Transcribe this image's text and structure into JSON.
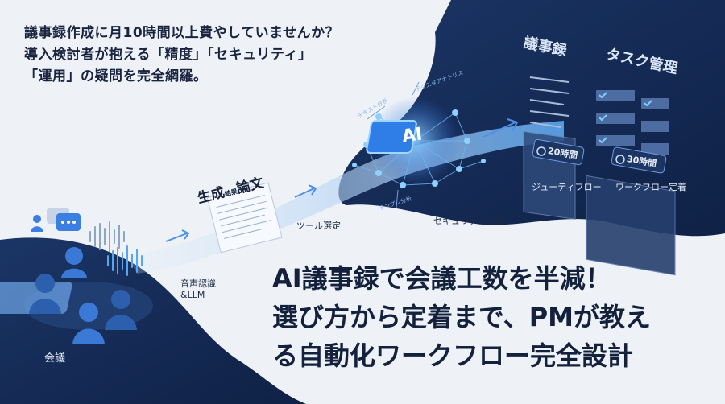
{
  "intro": {
    "line1": "議事録作成に月10時間以上費やしていませんか？",
    "line2": "導入検討者が抱える「精度」「セキュリティ」",
    "line3": "「運用」の疑問を完全網羅。"
  },
  "headline": {
    "line1": "AI議事録で会議工数を半減！",
    "line2": "選び方から定着まで、PMが教え",
    "line3": "る自動化ワークフロー完全設計"
  },
  "flow": {
    "meeting_label": "会議",
    "speech_label_line1": "音声認識",
    "speech_label_line2": "&LLM",
    "generate_title": "生成",
    "generate_title_small": "結果",
    "thesis_title": "論文",
    "tool_label": "ツール選定",
    "security_label": "セキュリティ対策",
    "ai_chip_label": "AI",
    "tiny_labels": [
      "テキスト分析",
      "テクスタアナトリス",
      "テンプレ分析"
    ],
    "board_minutes": "議事録",
    "board_tasks": "タスク管理",
    "timer_left": "20時間",
    "timer_right": "30時間",
    "workflow_label": "ジューティフロー",
    "adoption_label": "ワークフロー定着"
  },
  "colors": {
    "navy": "#13284f",
    "accent": "#3b8cf0",
    "glow": "#7fc4ff",
    "background": "#eef2f7"
  }
}
